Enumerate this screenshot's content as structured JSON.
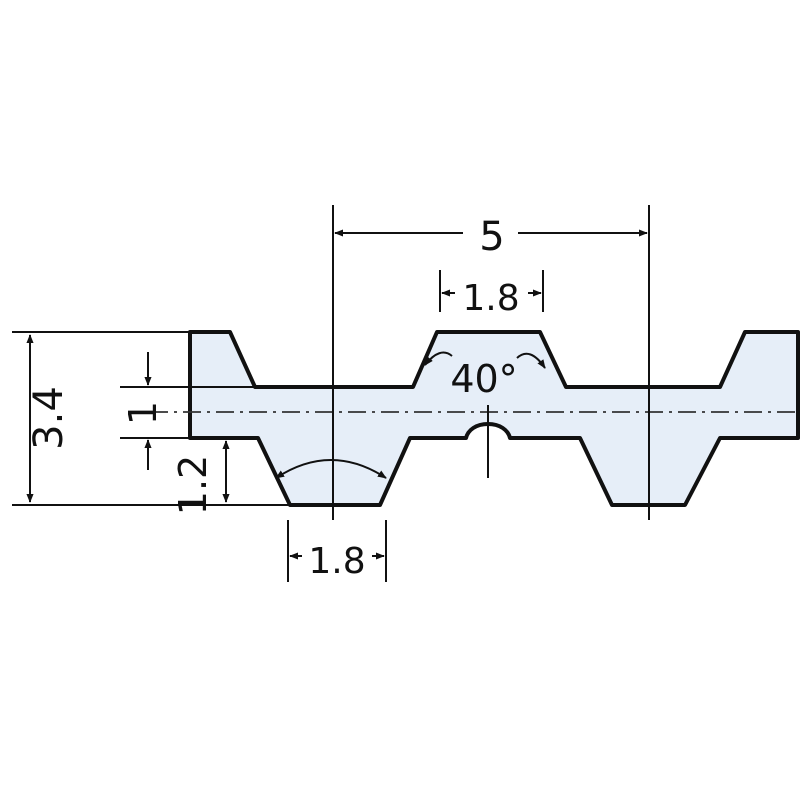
{
  "diagram": {
    "fill_color": "#e6eef8",
    "stroke_color": "#111111",
    "labels": {
      "pitch": "5",
      "top_tooth_width": "1.8",
      "angle": "40°",
      "bottom_tooth_width": "1.8",
      "total_height": "3.4",
      "top_tooth_height": "1",
      "bottom_tooth_height": "1.2"
    }
  }
}
